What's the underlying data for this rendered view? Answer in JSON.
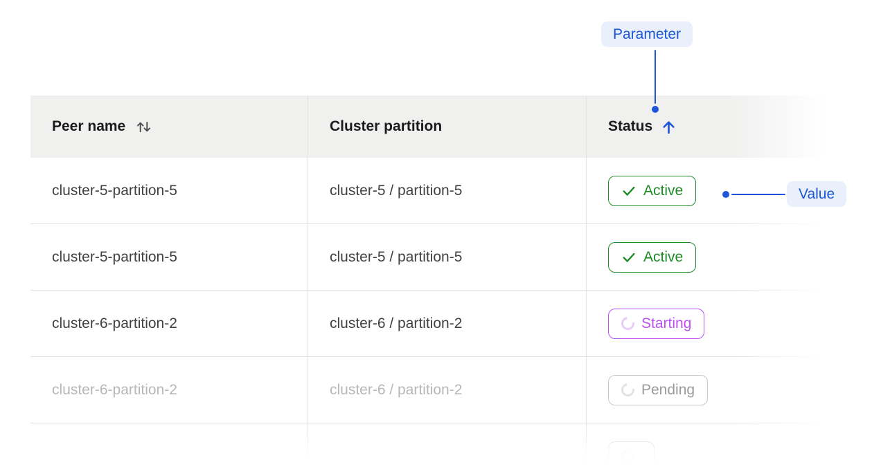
{
  "annotations": {
    "parameter_label": "Parameter",
    "value_label": "Value"
  },
  "table": {
    "columns": [
      {
        "label": "Peer name",
        "sort": "sortable"
      },
      {
        "label": "Cluster partition",
        "sort": "none"
      },
      {
        "label": "Status",
        "sort": "ascending"
      }
    ],
    "rows": [
      {
        "peer_name": "cluster-5-partition-5",
        "cluster_partition": "cluster-5 / partition-5",
        "status_label": "Active",
        "status_kind": "active",
        "status_icon": "check",
        "muted": false
      },
      {
        "peer_name": "cluster-5-partition-5",
        "cluster_partition": "cluster-5 / partition-5",
        "status_label": "Active",
        "status_kind": "active",
        "status_icon": "check",
        "muted": false
      },
      {
        "peer_name": "cluster-6-partition-2",
        "cluster_partition": "cluster-6 / partition-2",
        "status_label": "Starting",
        "status_kind": "starting",
        "status_icon": "spinner",
        "muted": false
      },
      {
        "peer_name": "cluster-6-partition-2",
        "cluster_partition": "cluster-6 / partition-2",
        "status_label": "Pending",
        "status_kind": "pending",
        "status_icon": "spinner",
        "muted": true
      },
      {
        "peer_name": "",
        "cluster_partition": "",
        "status_label": "",
        "status_kind": "pending",
        "status_icon": "spinner",
        "muted": true
      }
    ]
  },
  "colors": {
    "accent": "#1a56d6",
    "accent-bg": "#e9f0fb",
    "active": "#1e8b27",
    "starting": "#bb4ff0",
    "starting-spinner": "#e9cbfa",
    "pending": "#9a9a9a",
    "pending-border": "#c9c9c9",
    "pending-spinner": "#e2e2e2",
    "header-bg": "#f0f0ef",
    "border": "#e3e3e3",
    "text": "#414141",
    "header-text": "#1b1b1d",
    "muted-text": "#b7b7b7"
  }
}
